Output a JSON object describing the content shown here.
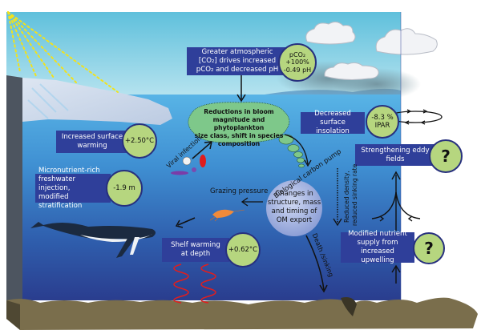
{
  "diagram": {
    "atmosphere": {
      "box_text": "Greater atmospheric [CO₂] drives increased pCO₂ and decreased pH",
      "box_lines": [
        "Greater atmospheric",
        "[CO₂] drives increased",
        "pCO₂ and decreased pH"
      ],
      "bubble_lines": [
        "pCO₂",
        "+100%",
        "-0.49 pH"
      ]
    },
    "phytoplankton": {
      "lines": [
        "Reductions in bloom",
        "magnitude and phytoplankton",
        "size class, shift in species",
        "composition"
      ]
    },
    "surface_warming": {
      "box_lines": [
        "Increased surface",
        "warming"
      ],
      "bubble": "+2.50°C"
    },
    "freshwater": {
      "box_lines": [
        "Micronutrient-rich",
        "freshwater injection,",
        "modified stratification"
      ],
      "bubble": "-1.9 m"
    },
    "insolation": {
      "box_lines": [
        "Decreased surface",
        "insolation"
      ],
      "bubble_lines": [
        "-8.3 %",
        "IPAR"
      ]
    },
    "eddy": {
      "box_lines": [
        "Strengthening eddy",
        "fields"
      ],
      "bubble": "?"
    },
    "upwelling": {
      "box_lines": [
        "Modified nutrient",
        "supply from",
        "increased upwelling"
      ],
      "bubble": "?"
    },
    "shelf": {
      "box_lines": [
        "Shelf warming",
        "at depth"
      ],
      "bubble": "+0.62°C"
    },
    "carbon_pump": {
      "arc_label": "Biological carbon pump",
      "lines": [
        "Changes in",
        "structure, mass",
        "and timing of",
        "OM export"
      ]
    },
    "labels": {
      "viral_infection": "Viral infection",
      "grazing_pressure": "Grazing pressure",
      "death_sinking": "Death /sinking",
      "reduced_density": [
        "Reduced density,",
        "reduced sinking rate"
      ]
    },
    "colors": {
      "box": "#2f3f9a",
      "bubble": "#b6d67f",
      "blob": "#7fc98a",
      "ocean_top": "#5aaee0",
      "ocean_bottom": "#2a3f8f",
      "sky": "#8fd3e6",
      "seafloor": "#7a6e4c",
      "heat_waves": "#e02020",
      "sun_rays": "#f4e21a"
    }
  }
}
